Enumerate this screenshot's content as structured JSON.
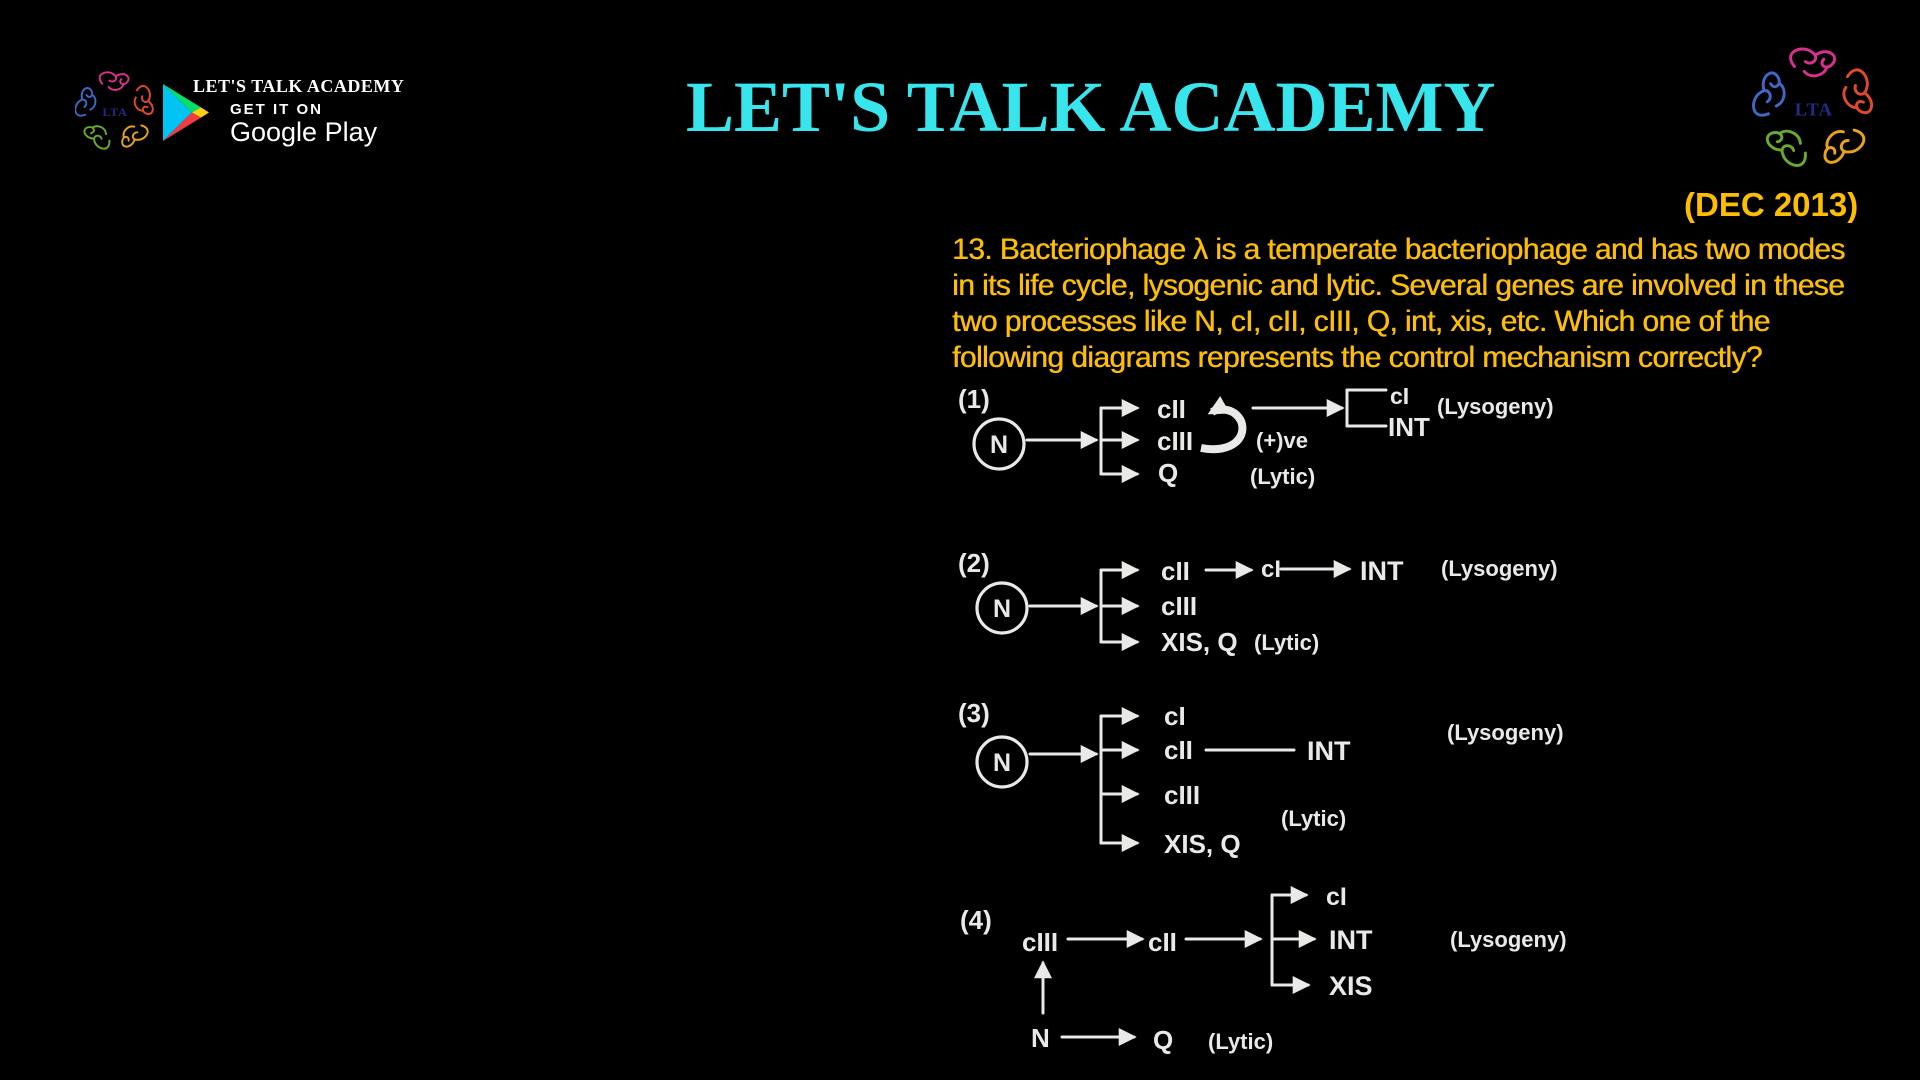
{
  "header": {
    "store_badge": {
      "academy_label": "LET'S TALK ACADEMY",
      "get_it_on": "GET IT ON",
      "store_name": "Google Play"
    },
    "logo_monogram": "LTA",
    "title": "LET'S TALK ACADEMY"
  },
  "exam_tag": {
    "label": "(DEC 2013)"
  },
  "question": {
    "lines": [
      "13. Bacteriophage λ is a temperate bacteriophage and has two modes",
      "in its life cycle, lysogenic and lytic. Several genes are involved in these",
      "two processes like N, cI, cII, cIII, Q, int, xis, etc. Which one of the",
      "following diagrams represents the control mechanism correctly?"
    ]
  },
  "colors": {
    "title_cyan": "#38E5EC",
    "question_gold": "#FDBE02",
    "diagram_ink": "#E9E9E7"
  },
  "diagrams": [
    {
      "label": "(1)",
      "node": "N",
      "branch1": "cII",
      "branch2": "cIII",
      "branch3": "Q",
      "positive": "(+)ve",
      "bracket_top": "cI",
      "bracket_bottom": "INT",
      "lysogeny": "(Lysogeny)",
      "lytic": "(Lytic)"
    },
    {
      "label": "(2)",
      "node": "N",
      "branch1": "cII",
      "branch2": "cIII",
      "branch3": "XIS, Q",
      "chain_mid": "cI",
      "chain_end": "INT",
      "lysogeny": "(Lysogeny)",
      "lytic": "(Lytic)"
    },
    {
      "label": "(3)",
      "node": "N",
      "branch1": "cI",
      "branch2": "cII",
      "branch3": "cIII",
      "branch4": "XIS, Q",
      "target": "INT",
      "lysogeny": "(Lysogeny)",
      "lytic": "(Lytic)"
    },
    {
      "label": "(4)",
      "gene_start": "cIII",
      "gene_mid": "cII",
      "branch1": "cI",
      "branch2": "INT",
      "branch3": "XIS",
      "node": "N",
      "lytic_gene": "Q",
      "lysogeny": "(Lysogeny)",
      "lytic": "(Lytic)"
    }
  ]
}
